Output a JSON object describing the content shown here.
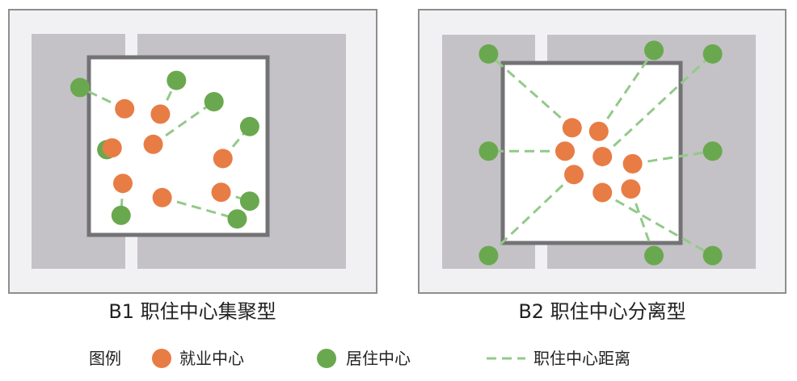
{
  "colors": {
    "panel_bg": "#f1f1f3",
    "panel_border": "#8e8e8e",
    "block_gray": "#c4c2c6",
    "center_border": "#737274",
    "center_fill": "#ffffff",
    "job": "#e87c45",
    "residence": "#6aa84f",
    "link": "#93c98a"
  },
  "panels": [
    {
      "caption": "B1 职住中心集聚型",
      "jobs": [
        [
          0.2,
          0.29
        ],
        [
          0.4,
          0.32
        ],
        [
          0.13,
          0.51
        ],
        [
          0.36,
          0.49
        ],
        [
          0.75,
          0.57
        ],
        [
          0.19,
          0.71
        ],
        [
          0.74,
          0.76
        ],
        [
          0.41,
          0.79
        ]
      ],
      "residences": [
        [
          -0.05,
          0.17
        ],
        [
          0.49,
          0.13
        ],
        [
          0.7,
          0.25
        ],
        [
          0.9,
          0.39
        ],
        [
          0.1,
          0.52
        ],
        [
          0.9,
          0.81
        ],
        [
          0.83,
          0.91
        ],
        [
          0.18,
          0.89
        ]
      ],
      "links": [
        [
          0,
          0
        ],
        [
          1,
          1
        ],
        [
          3,
          2
        ],
        [
          4,
          3
        ],
        [
          2,
          4
        ],
        [
          6,
          5
        ],
        [
          7,
          6
        ],
        [
          5,
          7
        ]
      ]
    },
    {
      "caption": "B2 职住中心分离型",
      "jobs": [
        [
          0.39,
          0.36
        ],
        [
          0.54,
          0.38
        ],
        [
          0.35,
          0.49
        ],
        [
          0.56,
          0.52
        ],
        [
          0.73,
          0.56
        ],
        [
          0.4,
          0.62
        ],
        [
          0.56,
          0.72
        ],
        [
          0.72,
          0.7
        ]
      ],
      "residences": [
        [
          -0.08,
          -0.05
        ],
        [
          0.85,
          -0.07
        ],
        [
          1.18,
          -0.05
        ],
        [
          -0.08,
          0.49
        ],
        [
          1.18,
          0.49
        ],
        [
          -0.08,
          1.07
        ],
        [
          0.85,
          1.07
        ],
        [
          1.18,
          1.07
        ]
      ],
      "links": [
        [
          0,
          0
        ],
        [
          1,
          1
        ],
        [
          3,
          2
        ],
        [
          2,
          3
        ],
        [
          4,
          4
        ],
        [
          5,
          5
        ],
        [
          7,
          6
        ],
        [
          6,
          7
        ]
      ]
    }
  ],
  "legend": {
    "title": "图例",
    "job_label": "就业中心",
    "residence_label": "居住中心",
    "link_label": "职住中心距离"
  }
}
